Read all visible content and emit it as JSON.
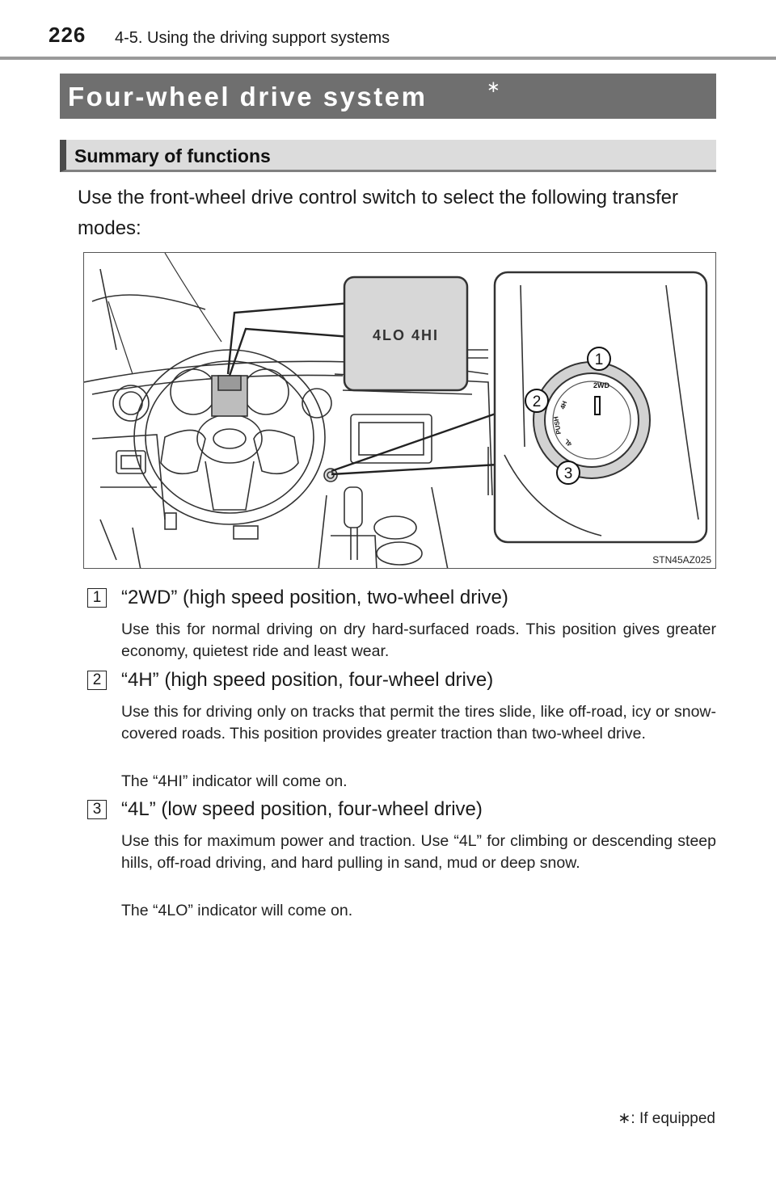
{
  "header": {
    "page_number": "226",
    "section": "4-5. Using the driving support systems"
  },
  "title": {
    "text": "Four-wheel drive system",
    "asterisk": "∗"
  },
  "subtitle": "Summary of functions",
  "intro": "Use the front-wheel drive control switch to select the following transfer modes:",
  "figure": {
    "indicator_label": "4LO  4HI",
    "callouts": [
      "1",
      "2",
      "3"
    ],
    "dial_labels": [
      "2WD",
      "4H",
      "PUSH",
      "4L"
    ],
    "code": "STN45AZ025"
  },
  "items": [
    {
      "number": "1",
      "heading": "“2WD” (high speed position, two-wheel drive)",
      "description": "Use this for normal driving on dry hard-surfaced roads. This position gives greater economy, quietest ride and least wear.",
      "note": ""
    },
    {
      "number": "2",
      "heading": "“4H” (high speed position, four-wheel drive)",
      "description": "Use this for driving only on tracks that permit the tires slide, like off-road, icy or snow-covered roads. This position provides greater traction than two-wheel drive.",
      "note": "The “4HI” indicator will come on."
    },
    {
      "number": "3",
      "heading": "“4L” (low speed position, four-wheel drive)",
      "description": "Use this for maximum power and traction. Use “4L” for climbing or descending steep hills, off-road driving, and hard pulling in sand, mud or deep snow.",
      "note": "The “4LO” indicator will come on."
    }
  ],
  "footnote": "∗: If equipped"
}
